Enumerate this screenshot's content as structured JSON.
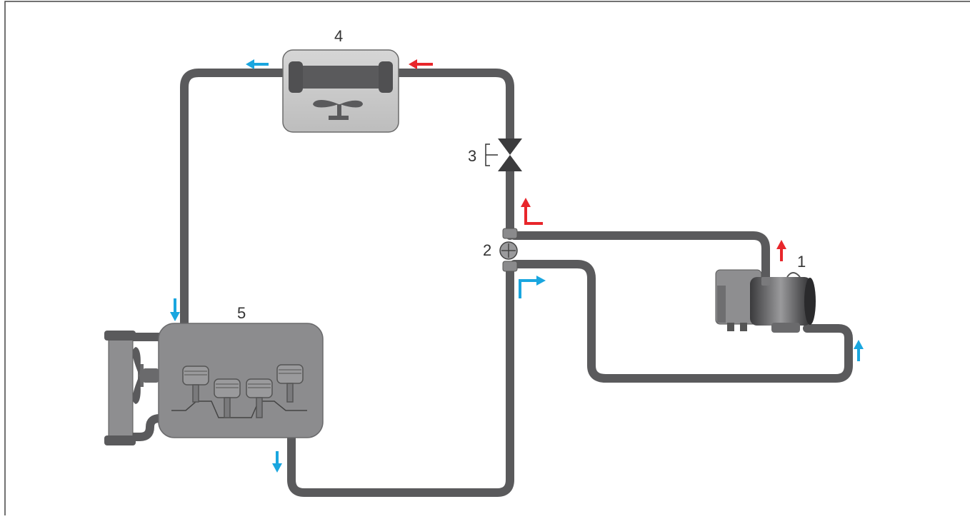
{
  "diagram": {
    "labels": {
      "heater": "1",
      "junction": "2",
      "valve": "3",
      "heat_exchanger": "4",
      "engine": "5"
    },
    "colors": {
      "hose": "#5a5a5c",
      "component_fill": "#c9c9c9",
      "engine_fill": "#8c8c8e",
      "hot_flow_arrow": "#e8262b",
      "cold_flow_arrow": "#1aa6df",
      "frame_border": "#444444"
    },
    "icons": [
      "heater-unit-icon",
      "thermostat-junction-icon",
      "shutoff-valve-icon",
      "heat-exchanger-icon",
      "engine-block-icon",
      "radiator-icon",
      "fan-icon"
    ]
  }
}
